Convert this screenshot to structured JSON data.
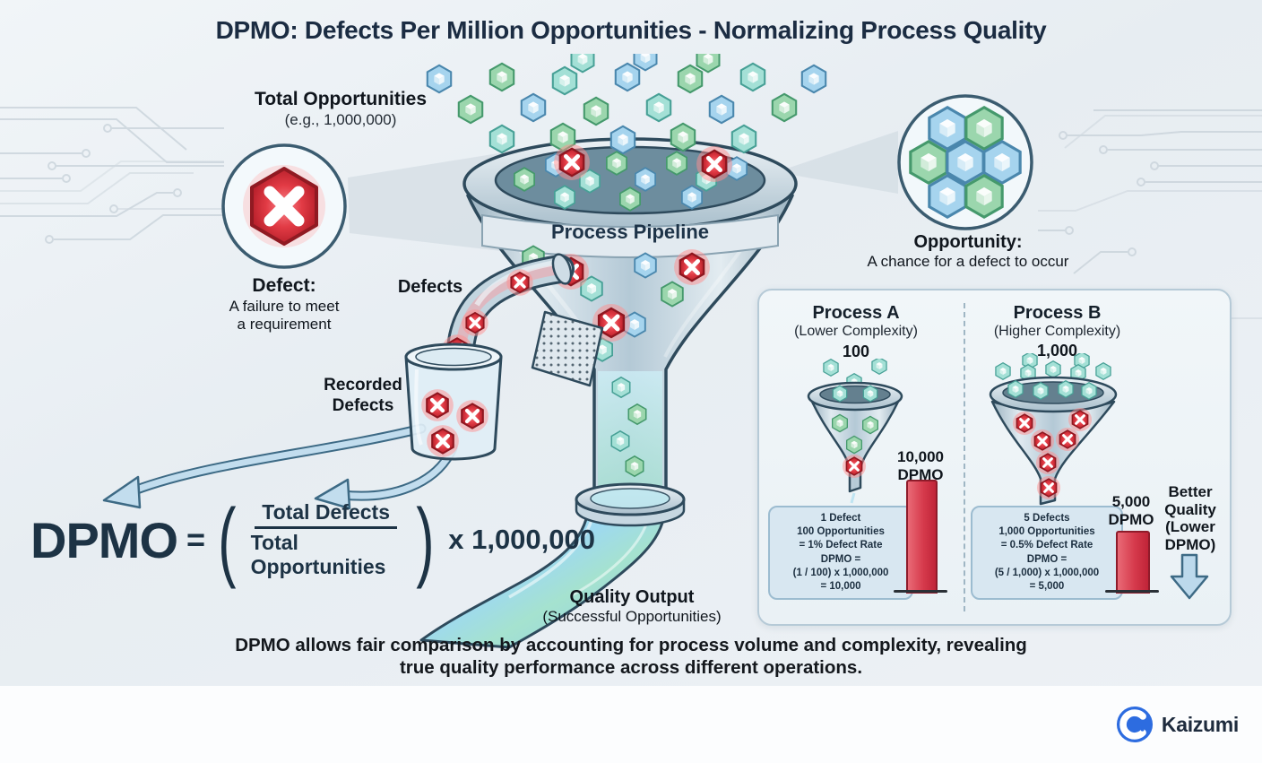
{
  "title": "DPMO: Defects Per Million Opportunities - Normalizing Process Quality",
  "colors": {
    "navy_text": "#1d3345",
    "defect_red": "#d63a4c",
    "hex_blue": "#a6d4ee",
    "hex_green": "#9bd6ad",
    "hex_teal": "#a4e0d6",
    "arrow_blue": "#c2ddee",
    "panel_bg": "#eef4f8"
  },
  "annotations": {
    "total_opportunities": {
      "label": "Total Opportunities",
      "example": "(e.g., 1,000,000)"
    },
    "defect": {
      "label": "Defect:",
      "line1": "A failure to meet",
      "line2": "a requirement"
    },
    "defects_label": "Defects",
    "recorded_defects": {
      "line1": "Recorded",
      "line2": "Defects"
    },
    "opportunity": {
      "label": "Opportunity:",
      "description": "A chance for a defect to occur"
    },
    "quality_output": {
      "label": "Quality Output",
      "sub": "(Successful Opportunities)"
    }
  },
  "funnel": {
    "banner": "Process Pipeline"
  },
  "formula": {
    "lhs": "DPMO",
    "equals": "=",
    "numerator": "Total Defects",
    "denominator": "Total Opportunities",
    "multiplier": "x 1,000,000"
  },
  "comparison": {
    "process_a": {
      "title": "Process A",
      "subtitle": "(Lower Complexity)",
      "volume": "100",
      "calc": [
        "1 Defect",
        "100 Opportunities",
        "= 1% Defect Rate",
        "DPMO =",
        "(1 / 100) x 1,000,000",
        "= 10,000"
      ],
      "bar_value": "10,000",
      "bar_unit": "DPMO"
    },
    "process_b": {
      "title": "Process B",
      "subtitle": "(Higher Complexity)",
      "volume": "1,000",
      "calc": [
        "5 Defects",
        "1,000 Opportunities",
        "= 0.5% Defect Rate",
        "DPMO =",
        "(5 / 1,000) x 1,000,000",
        "= 5,000"
      ],
      "bar_value": "5,000",
      "bar_unit": "DPMO"
    },
    "better_quality": {
      "line1": "Better",
      "line2": "Quality",
      "line3": "(Lower",
      "line4": "DPMO)"
    }
  },
  "caption": {
    "line1": "DPMO allows fair comparison by accounting for process volume and complexity, revealing",
    "line2": "true quality performance across different operations."
  },
  "footer": {
    "brand": "Kaizumi"
  },
  "chart_data": {
    "type": "bar",
    "categories": [
      "Process A",
      "Process B"
    ],
    "values": [
      10000,
      5000
    ],
    "value_labels": [
      "10,000 DPMO",
      "5,000 DPMO"
    ],
    "note": "lower DPMO = better quality"
  }
}
